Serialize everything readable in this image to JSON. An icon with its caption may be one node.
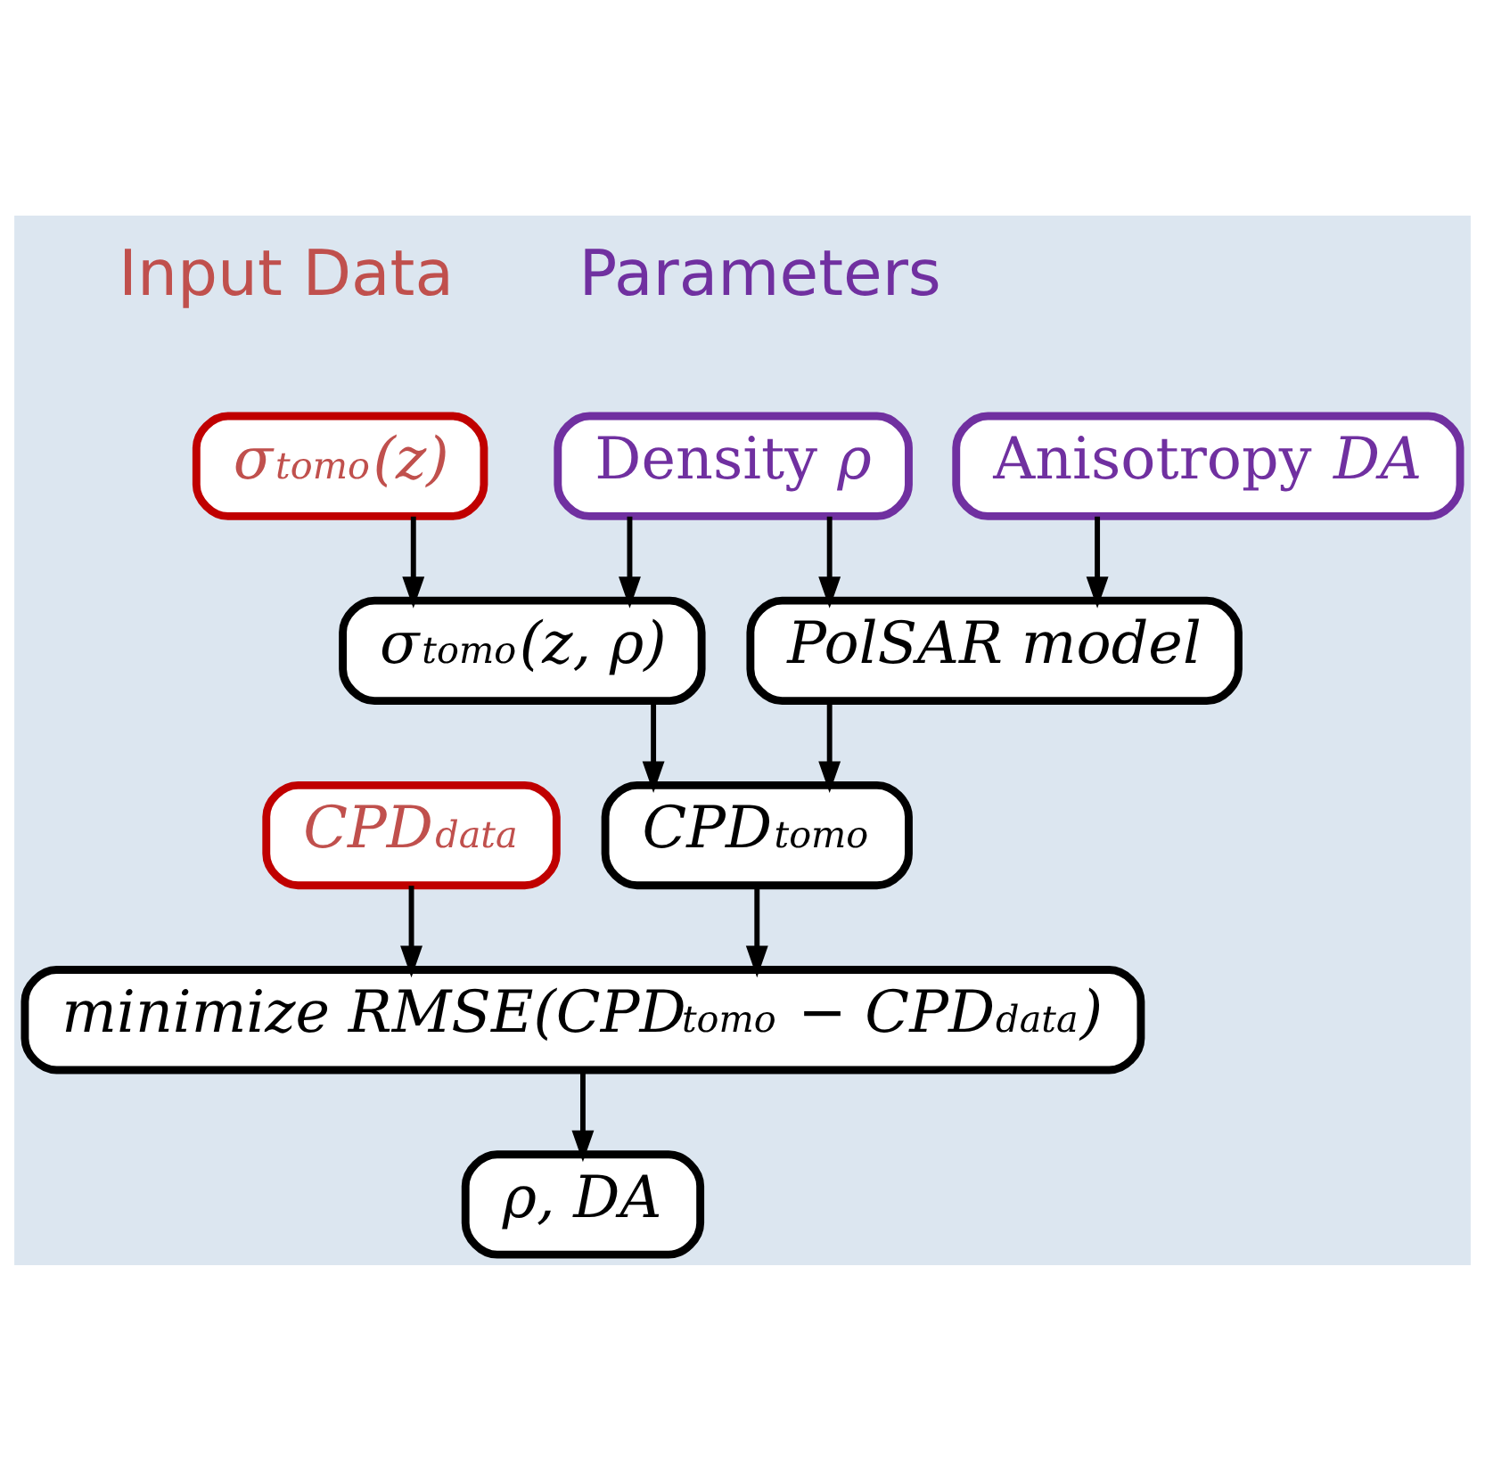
{
  "diagram": {
    "nodes": [
      {
        "text": [
          "σ$_{tomo}$(z)"
        ]
      },
      {
        "text": [
          "Density *ρ*"
        ]
      },
      {
        "text": [
          "Anisotropy *DA*"
        ]
      },
      {
        "text": [
          "σ$_{tomo}$(z, ρ)"
        ]
      },
      {
        "text": [
          "PolSAR model"
        ]
      },
      {
        "text": [
          "CPD$_{data}$"
        ]
      },
      {
        "text": [
          "CPD$_{tomo}$"
        ]
      },
      {
        "text": [
          "minimize RMSE(CPD$_{tomo}$ − CPD$_{data}$)"
        ]
      },
      {
        "text": [
          "ρ, DA"
        ]
      }
    ],
    "edges": [
      {
        "from": 0,
        "to": 3,
        "arrow": "to"
      },
      {
        "from": 1,
        "to": 3,
        "arrow": "to"
      },
      {
        "from": 1,
        "to": 4,
        "arrow": "to"
      },
      {
        "from": 2,
        "to": 4,
        "arrow": "to"
      },
      {
        "from": 3,
        "to": 6,
        "arrow": "to"
      },
      {
        "from": 4,
        "to": 6,
        "arrow": "to"
      },
      {
        "from": 5,
        "to": 7,
        "arrow": "to"
      },
      {
        "from": 6,
        "to": 7,
        "arrow": "to"
      },
      {
        "from": 7,
        "to": 8,
        "arrow": "to"
      }
    ],
    "labels": [
      "Input Data",
      "Parameters"
    ]
  }
}
